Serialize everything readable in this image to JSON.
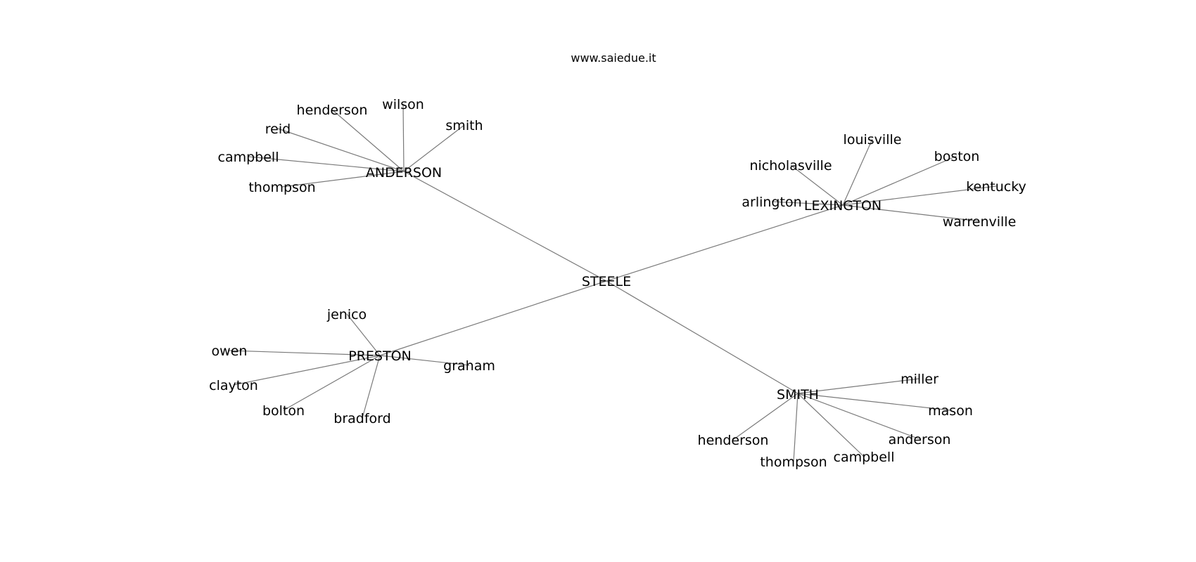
{
  "title": "www.saiedue.it",
  "nodes": [
    {
      "id": "steele",
      "label": "STEELE"
    },
    {
      "id": "anderson",
      "label": "ANDERSON"
    },
    {
      "id": "lexington",
      "label": "LEXINGTON"
    },
    {
      "id": "preston",
      "label": "PRESTON"
    },
    {
      "id": "smith_hub",
      "label": "SMITH"
    },
    {
      "id": "a_henderson",
      "label": "henderson"
    },
    {
      "id": "a_wilson",
      "label": "wilson"
    },
    {
      "id": "a_smith",
      "label": "smith"
    },
    {
      "id": "a_reid",
      "label": "reid"
    },
    {
      "id": "a_campbell",
      "label": "campbell"
    },
    {
      "id": "a_thompson",
      "label": "thompson"
    },
    {
      "id": "l_louisville",
      "label": "louisville"
    },
    {
      "id": "l_nicholasville",
      "label": "nicholasville"
    },
    {
      "id": "l_boston",
      "label": "boston"
    },
    {
      "id": "l_kentucky",
      "label": "kentucky"
    },
    {
      "id": "l_arlington",
      "label": "arlington"
    },
    {
      "id": "l_warrenville",
      "label": "warrenville"
    },
    {
      "id": "p_jenico",
      "label": "jenico"
    },
    {
      "id": "p_owen",
      "label": "owen"
    },
    {
      "id": "p_graham",
      "label": "graham"
    },
    {
      "id": "p_clayton",
      "label": "clayton"
    },
    {
      "id": "p_bolton",
      "label": "bolton"
    },
    {
      "id": "p_bradford",
      "label": "bradford"
    },
    {
      "id": "s_miller",
      "label": "miller"
    },
    {
      "id": "s_mason",
      "label": "mason"
    },
    {
      "id": "s_anderson",
      "label": "anderson"
    },
    {
      "id": "s_henderson",
      "label": "henderson"
    },
    {
      "id": "s_thompson",
      "label": "thompson"
    },
    {
      "id": "s_campbell",
      "label": "campbell"
    }
  ],
  "edges": [
    [
      "steele",
      "anderson"
    ],
    [
      "steele",
      "lexington"
    ],
    [
      "steele",
      "preston"
    ],
    [
      "steele",
      "smith_hub"
    ],
    [
      "anderson",
      "a_henderson"
    ],
    [
      "anderson",
      "a_wilson"
    ],
    [
      "anderson",
      "a_smith"
    ],
    [
      "anderson",
      "a_reid"
    ],
    [
      "anderson",
      "a_campbell"
    ],
    [
      "anderson",
      "a_thompson"
    ],
    [
      "lexington",
      "l_louisville"
    ],
    [
      "lexington",
      "l_nicholasville"
    ],
    [
      "lexington",
      "l_boston"
    ],
    [
      "lexington",
      "l_kentucky"
    ],
    [
      "lexington",
      "l_arlington"
    ],
    [
      "lexington",
      "l_warrenville"
    ],
    [
      "preston",
      "p_jenico"
    ],
    [
      "preston",
      "p_owen"
    ],
    [
      "preston",
      "p_graham"
    ],
    [
      "preston",
      "p_clayton"
    ],
    [
      "preston",
      "p_bolton"
    ],
    [
      "preston",
      "p_bradford"
    ],
    [
      "smith_hub",
      "s_miller"
    ],
    [
      "smith_hub",
      "s_mason"
    ],
    [
      "smith_hub",
      "s_anderson"
    ],
    [
      "smith_hub",
      "s_henderson"
    ],
    [
      "smith_hub",
      "s_thompson"
    ],
    [
      "smith_hub",
      "s_campbell"
    ]
  ]
}
